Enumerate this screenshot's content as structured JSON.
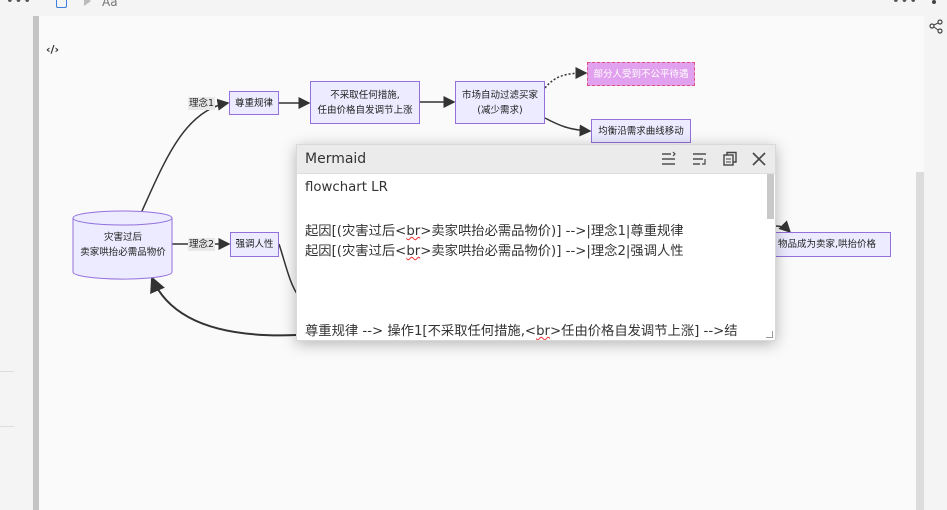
{
  "toolbar": {
    "format_label": "Aa",
    "menu_dots": "•••"
  },
  "code_icon": "‹/›",
  "diagram": {
    "nodes": {
      "cause": [
        "灾害过后",
        "卖家哄抬必需品物价"
      ],
      "respect_law": "尊重规律",
      "action1": [
        "不采取任何措施,",
        "任由价格自发调节上涨"
      ],
      "market_filter": [
        "市场自动过滤买家",
        "(减少需求)"
      ],
      "unfair": "部分人受到不公平待遇",
      "equilibrium": "均衡沿需求曲线移动",
      "emphasize": "强调人性",
      "goods_seller": "物品成为卖家,哄抬价格"
    },
    "edge_labels": {
      "idea1": "理念1",
      "idea2": "理念2"
    }
  },
  "popup": {
    "title": "Mermaid",
    "icons": [
      "align-left-icon",
      "wrap-text-icon",
      "copy-icon",
      "close-icon"
    ],
    "lines": [
      {
        "parts": [
          {
            "t": "flowchart LR"
          }
        ]
      },
      {
        "parts": [
          {
            "t": ""
          }
        ]
      },
      {
        "parts": [
          {
            "t": "起因[(灾害过后<"
          },
          {
            "t": "br",
            "sq": true
          },
          {
            "t": ">卖家哄抬必需品物价)] -->|理念1|尊重规律"
          }
        ]
      },
      {
        "parts": [
          {
            "t": "起因[(灾害过后<"
          },
          {
            "t": "br",
            "sq": true
          },
          {
            "t": ">卖家哄抬必需品物价)] -->|理念2|强调人性"
          }
        ]
      },
      {
        "parts": [
          {
            "t": ""
          }
        ]
      },
      {
        "parts": [
          {
            "t": ""
          }
        ]
      },
      {
        "parts": [
          {
            "t": ""
          }
        ]
      },
      {
        "parts": [
          {
            "t": "尊重规律 --> 操作1[不采取任何措施,<"
          },
          {
            "t": "br",
            "sq": true
          },
          {
            "t": ">任由价格自发调节上涨] -->结"
          }
        ]
      }
    ]
  }
}
